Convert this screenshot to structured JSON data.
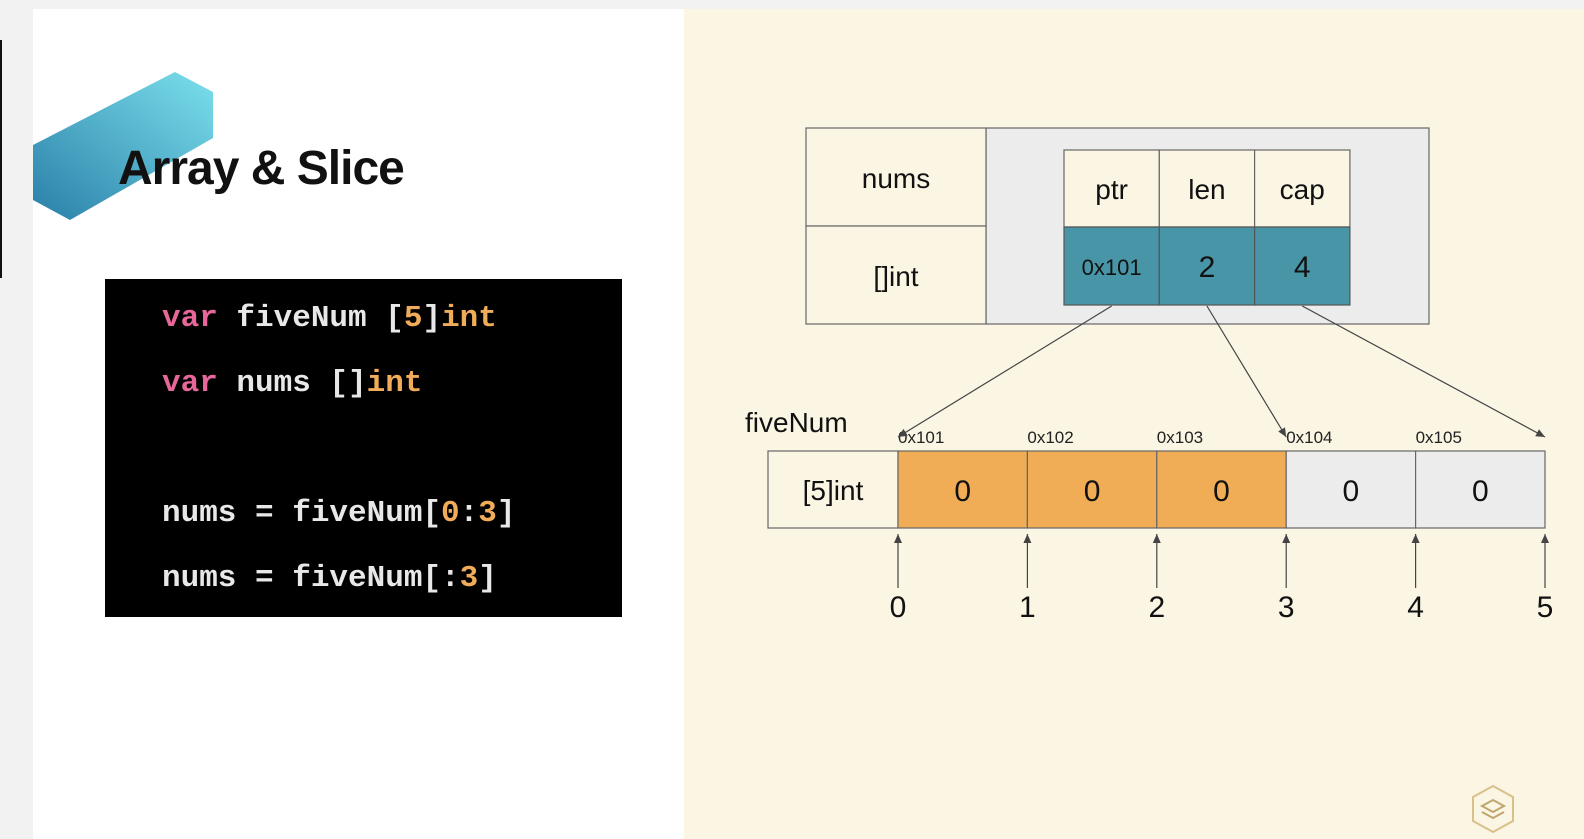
{
  "slide": {
    "title": "Array & Slice"
  },
  "code": {
    "lines": [
      [
        {
          "t": "var",
          "c": "kw"
        },
        {
          "t": " fiveNum [",
          "c": "plain"
        },
        {
          "t": "5",
          "c": "num"
        },
        {
          "t": "]",
          "c": "plain"
        },
        {
          "t": "int",
          "c": "ty"
        }
      ],
      [
        {
          "t": "var",
          "c": "kw"
        },
        {
          "t": " nums []",
          "c": "plain"
        },
        {
          "t": "int",
          "c": "ty"
        }
      ],
      [],
      [
        {
          "t": "nums = fiveNum[",
          "c": "plain"
        },
        {
          "t": "0",
          "c": "num"
        },
        {
          "t": ":",
          "c": "plain"
        },
        {
          "t": "3",
          "c": "num"
        },
        {
          "t": "]",
          "c": "plain"
        }
      ],
      [
        {
          "t": "nums = fiveNum[:",
          "c": "plain"
        },
        {
          "t": "3",
          "c": "num"
        },
        {
          "t": "]",
          "c": "plain"
        }
      ]
    ]
  },
  "slice_header": {
    "name": "nums",
    "type": "[]int",
    "fields": [
      {
        "label": "ptr",
        "value": "0x101"
      },
      {
        "label": "len",
        "value": "2"
      },
      {
        "label": "cap",
        "value": "4"
      }
    ]
  },
  "array": {
    "name": "fiveNum",
    "type": "[5]int",
    "cells": [
      {
        "addr": "0x101",
        "value": "0",
        "in_slice": true
      },
      {
        "addr": "0x102",
        "value": "0",
        "in_slice": true
      },
      {
        "addr": "0x103",
        "value": "0",
        "in_slice": true
      },
      {
        "addr": "0x104",
        "value": "0",
        "in_slice": false
      },
      {
        "addr": "0x105",
        "value": "0",
        "in_slice": false
      }
    ],
    "indices": [
      "0",
      "1",
      "2",
      "3",
      "4",
      "5"
    ]
  },
  "colors": {
    "teal": "#4795a6",
    "orange": "#f0ad55",
    "cream": "#fbf5e4",
    "grey_cell": "#ececec",
    "keyword": "#e8679b",
    "type": "#f0ac58"
  },
  "icons": [
    "brand-logo-icon",
    "hex-stack-icon"
  ]
}
